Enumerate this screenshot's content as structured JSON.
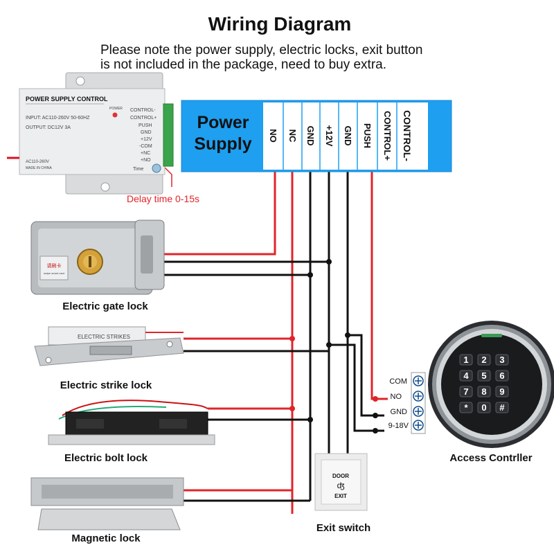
{
  "title": "Wiring Diagram",
  "note": {
    "line1": "Please note the power supply, electric locks, exit button",
    "line2": "is not included in the package, need to buy extra."
  },
  "power_supply_device": {
    "header": "POWER SUPPLY CONTROL",
    "input": "INPUT: AC110-260V 50-60HZ",
    "output": "OUTPUT: DC12V  3A",
    "power_label": "POWER",
    "ac_label": "AC110-260V",
    "made_in": "MADE IN CHINA",
    "time_label": "Time",
    "terminals": [
      "CONTROL-",
      "CONTROL+",
      "PUSH",
      "GND",
      "+12V",
      "-COM",
      "+NC",
      "+NO"
    ]
  },
  "delay_note": "Delay time 0-15s",
  "power_box": {
    "title_line1": "Power",
    "title_line2": "Supply",
    "terminals": [
      "NO",
      "NC",
      "GND",
      "+12V",
      "GND",
      "PUSH",
      "CONTROL+",
      "CONTROL-"
    ]
  },
  "devices": {
    "gate_lock": "Electric gate lock",
    "gate_lock_sticker": "请刷卡",
    "gate_lock_sticker_sub": "swipe smart card",
    "strike_lock": "Electric strike lock",
    "strike_lock_text": "ELECTRIC STRIKES",
    "bolt_lock": "Electric bolt lock",
    "magnetic_lock": "Magnetic lock",
    "exit_switch": "Exit switch",
    "exit_top": "DOOR",
    "exit_bottom": "EXIT",
    "access_controller": "Access Contrller"
  },
  "controller_terminals": [
    "COM",
    "NO",
    "GND",
    "9-18V"
  ],
  "keypad": [
    "1",
    "2",
    "3",
    "4",
    "5",
    "6",
    "7",
    "8",
    "9",
    "*",
    "0",
    "#"
  ],
  "colors": {
    "wire_red": "#e0242a",
    "wire_black": "#111111",
    "power_box_fill": "#1e9ff0",
    "power_box_border": "#1c83d6",
    "text_red": "#e0242a"
  }
}
